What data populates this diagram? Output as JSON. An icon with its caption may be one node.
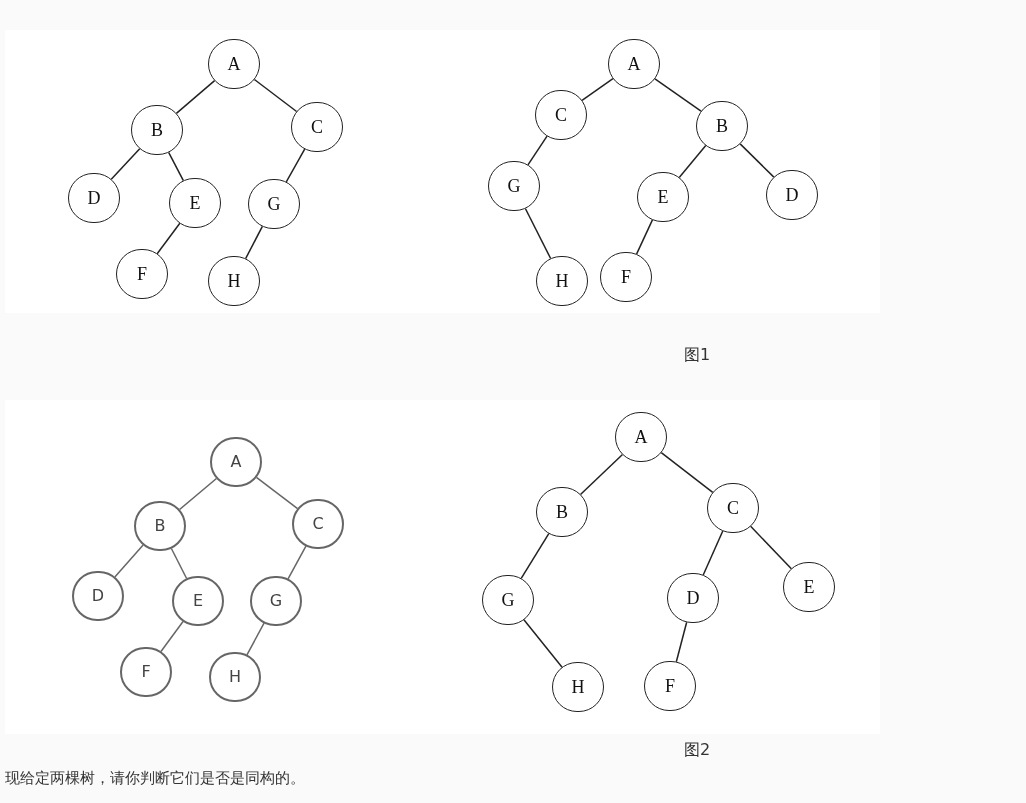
{
  "diagram": {
    "caption": "现给定两棵树，请你判断它们是否是同构的。",
    "nodes": [
      {
        "text": [
          "A"
        ]
      },
      {
        "text": [
          "B"
        ]
      },
      {
        "text": [
          "C"
        ]
      },
      {
        "text": [
          "D"
        ]
      },
      {
        "text": [
          "E"
        ]
      },
      {
        "text": [
          "G"
        ]
      },
      {
        "text": [
          "F"
        ]
      },
      {
        "text": [
          "H"
        ]
      },
      {
        "text": [
          "A"
        ]
      },
      {
        "text": [
          "C"
        ]
      },
      {
        "text": [
          "B"
        ]
      },
      {
        "text": [
          "G"
        ]
      },
      {
        "text": [
          "E"
        ]
      },
      {
        "text": [
          "D"
        ]
      },
      {
        "text": [
          "H"
        ]
      },
      {
        "text": [
          "F"
        ]
      },
      {
        "text": [
          "A"
        ]
      },
      {
        "text": [
          "B"
        ]
      },
      {
        "text": [
          "C"
        ]
      },
      {
        "text": [
          "D"
        ]
      },
      {
        "text": [
          "E"
        ]
      },
      {
        "text": [
          "G"
        ]
      },
      {
        "text": [
          "F"
        ]
      },
      {
        "text": [
          "H"
        ]
      },
      {
        "text": [
          "A"
        ]
      },
      {
        "text": [
          "B"
        ]
      },
      {
        "text": [
          "C"
        ]
      },
      {
        "text": [
          "G"
        ]
      },
      {
        "text": [
          "D"
        ]
      },
      {
        "text": [
          "E"
        ]
      },
      {
        "text": [
          "H"
        ]
      },
      {
        "text": [
          "F"
        ]
      }
    ],
    "edges": [
      {
        "from": 0,
        "to": 1,
        "arrow": "none"
      },
      {
        "from": 0,
        "to": 2,
        "arrow": "none"
      },
      {
        "from": 1,
        "to": 3,
        "arrow": "none"
      },
      {
        "from": 1,
        "to": 4,
        "arrow": "none"
      },
      {
        "from": 2,
        "to": 5,
        "arrow": "none"
      },
      {
        "from": 4,
        "to": 6,
        "arrow": "none"
      },
      {
        "from": 5,
        "to": 7,
        "arrow": "none"
      },
      {
        "from": 8,
        "to": 9,
        "arrow": "none"
      },
      {
        "from": 8,
        "to": 10,
        "arrow": "none"
      },
      {
        "from": 9,
        "to": 11,
        "arrow": "none"
      },
      {
        "from": 10,
        "to": 12,
        "arrow": "none"
      },
      {
        "from": 10,
        "to": 13,
        "arrow": "none"
      },
      {
        "from": 11,
        "to": 14,
        "arrow": "none"
      },
      {
        "from": 12,
        "to": 15,
        "arrow": "none"
      },
      {
        "from": 16,
        "to": 17,
        "arrow": "none"
      },
      {
        "from": 16,
        "to": 18,
        "arrow": "none"
      },
      {
        "from": 17,
        "to": 19,
        "arrow": "none"
      },
      {
        "from": 17,
        "to": 20,
        "arrow": "none"
      },
      {
        "from": 18,
        "to": 21,
        "arrow": "none"
      },
      {
        "from": 20,
        "to": 22,
        "arrow": "none"
      },
      {
        "from": 21,
        "to": 23,
        "arrow": "none"
      },
      {
        "from": 24,
        "to": 25,
        "arrow": "none"
      },
      {
        "from": 24,
        "to": 26,
        "arrow": "none"
      },
      {
        "from": 25,
        "to": 27,
        "arrow": "none"
      },
      {
        "from": 26,
        "to": 28,
        "arrow": "none"
      },
      {
        "from": 26,
        "to": 29,
        "arrow": "none"
      },
      {
        "from": 27,
        "to": 30,
        "arrow": "none"
      },
      {
        "from": 28,
        "to": 31,
        "arrow": "none"
      }
    ],
    "labels": [
      "图1",
      "图2"
    ]
  }
}
